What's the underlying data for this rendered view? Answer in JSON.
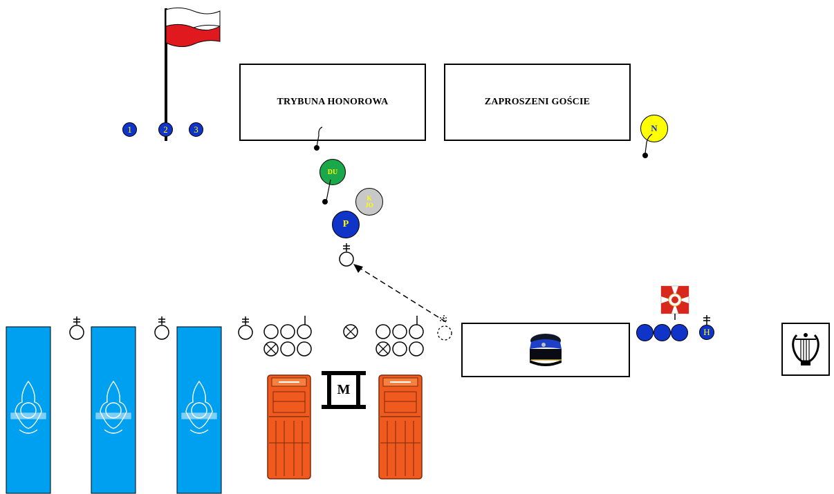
{
  "tribune": {
    "label": "TRYBUNA HONOROWA"
  },
  "guests": {
    "label": "ZAPROSZENI GOŚCIE"
  },
  "flag_posts": [
    "1",
    "2",
    "3"
  ],
  "officers": {
    "du": "DU",
    "kjo_top": "K",
    "kjo_bottom": "JO",
    "p": "P",
    "n": "N",
    "h": "H"
  },
  "music_block": {
    "label": "M"
  },
  "colors": {
    "banner_blue": "#00a0f0",
    "officer_blue": "#1033c8",
    "du_green": "#1aa84a",
    "kjo_grey": "#c8c8c8",
    "n_yellow": "#ffff00",
    "truck_orange": "#f05a1e",
    "flag_red": "#e0191e",
    "label_yellow": "#ffff00"
  },
  "icons": {
    "flag": "polish-flag-icon",
    "banner_emblem": "fire-brigade-emblem-icon",
    "cap": "uniform-cap-icon",
    "lyre": "lyre-icon",
    "military_flag": "military-banner-icon",
    "truck": "fire-truck-icon"
  }
}
